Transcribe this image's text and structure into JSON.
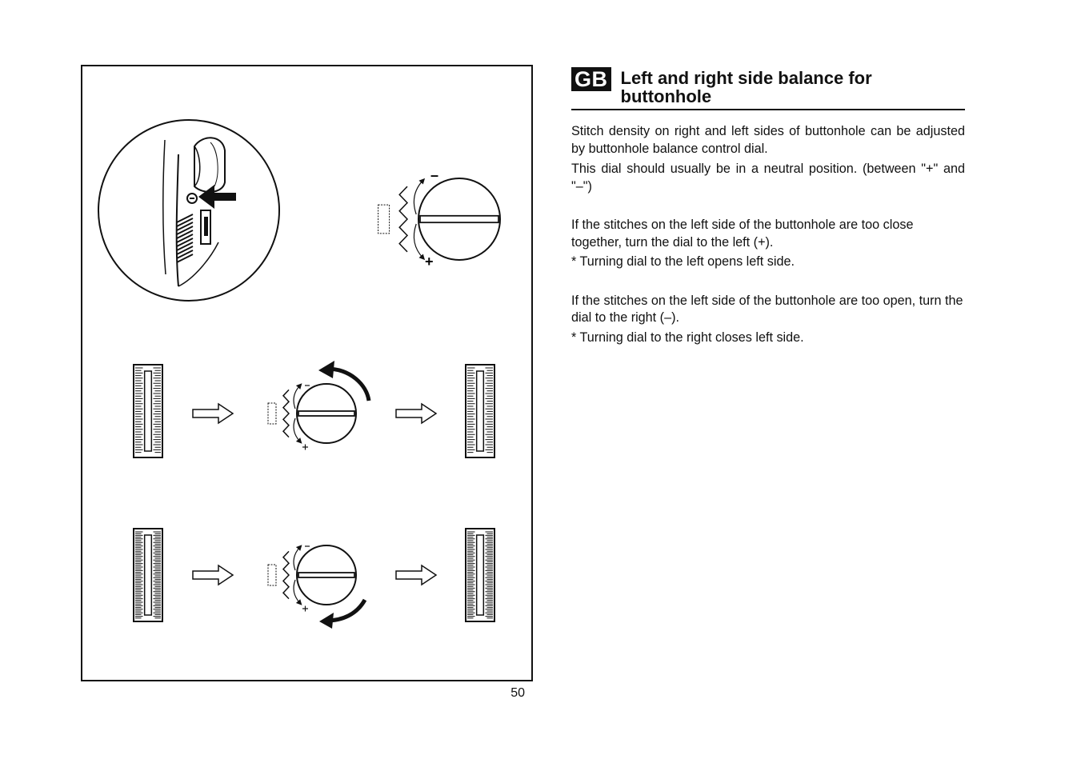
{
  "section": {
    "badge": "GB",
    "title": "Left and right side balance for buttonhole"
  },
  "paragraphs": [
    "Stitch density on right and left sides of buttonhole can be adjusted by buttonhole balance control dial.",
    "This dial should usually be in a neutral position. (between \"+\" and \"–\")",
    "If the stitches on the left side of the buttonhole are too close together, turn the dial to the left (+).",
    "* Turning dial to the left opens left side.",
    "If the stitches on the left side of the buttonhole are too open, turn the dial to the right (–).",
    "* Turning dial to the right closes left side."
  ],
  "illustration": {
    "dial_minus": "–",
    "dial_plus": "+"
  },
  "page_number": "50"
}
